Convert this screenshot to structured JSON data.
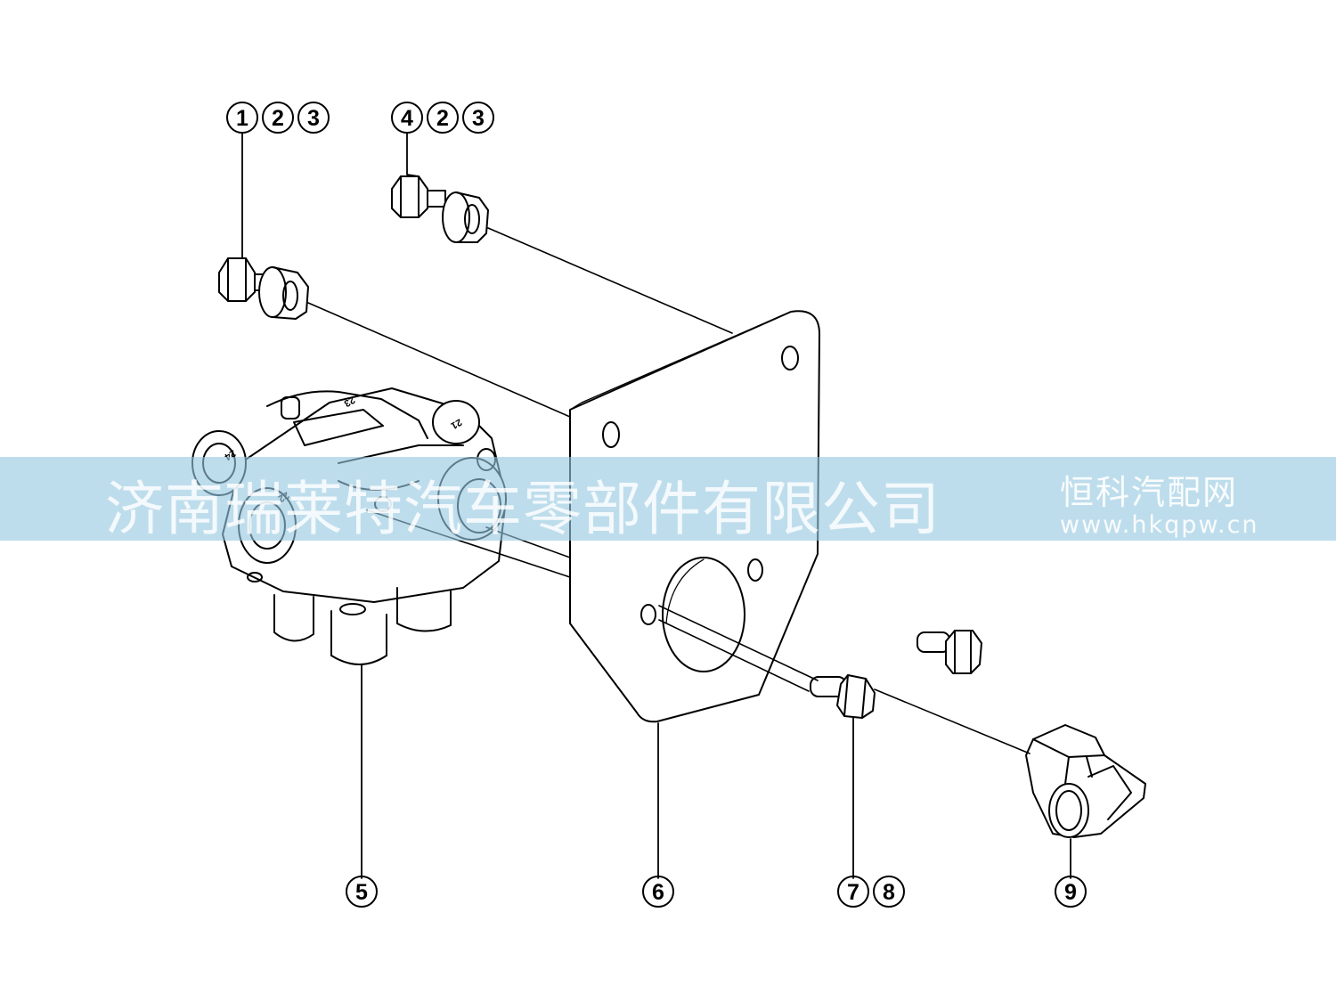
{
  "callouts": {
    "c1": [
      "1",
      "2",
      "3"
    ],
    "c2": [
      "4",
      "2",
      "3"
    ],
    "c3": [
      "5"
    ],
    "c4": [
      "6"
    ],
    "c5": [
      "7",
      "8"
    ],
    "c6": [
      "9"
    ]
  },
  "port_labels": [
    "24",
    "23",
    "21",
    "22"
  ],
  "watermark": {
    "company": "济南瑞莱特汽车零部件有限公司",
    "brand": "恒科汽配网",
    "url": "www.hkqpw.cn"
  }
}
